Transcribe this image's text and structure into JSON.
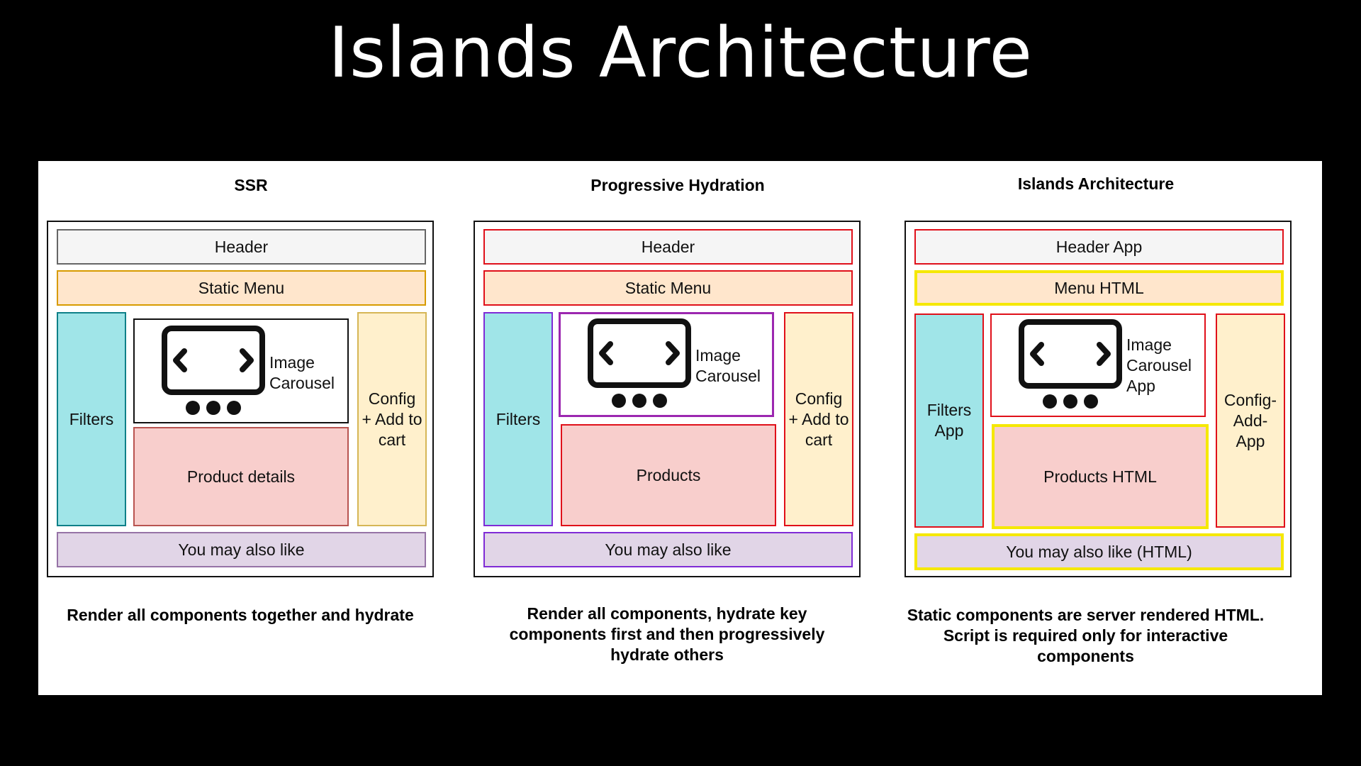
{
  "title": "Islands Architecture",
  "panels": [
    {
      "title": "SSR",
      "header": "Header",
      "menu": "Static Menu",
      "filters": "Filters",
      "carousel": "Image\nCarousel",
      "main": "Product details",
      "config": "Config\n+ Add to\ncart",
      "footer": "You may also like",
      "caption": "Render all components together and hydrate"
    },
    {
      "title": "Progressive Hydration",
      "header": "Header",
      "menu": "Static Menu",
      "filters": "Filters",
      "carousel": "Image\nCarousel",
      "main": "Products",
      "config": "Config\n+ Add to\ncart",
      "footer": "You may also like",
      "caption": "Render all components, hydrate key\ncomponents first and then progressively\nhydrate others"
    },
    {
      "title": "Islands Architecture",
      "header": "Header App",
      "menu": "Menu HTML",
      "filters": "Filters\nApp",
      "carousel": "Image\nCarousel\nApp",
      "main": "Products HTML",
      "config": "Config-\nAdd-\nApp",
      "footer": "You may also like (HTML)",
      "caption": "Static components are server rendered HTML.\nScript is required only for interactive\ncomponents"
    }
  ],
  "colors": {
    "header_fill": "#f5f5f5",
    "menu_fill": "#ffe6cc",
    "filters_fill": "#a0e5e8",
    "carousel_fill": "#ffffff",
    "main_fill": "#f8cecc",
    "config_fill": "#fff0cc",
    "footer_fill": "#e1d5e7",
    "gray_border": "#666666",
    "orange_border": "#d79b00",
    "teal_border": "#0e8088",
    "pink_border": "#b85450",
    "gold_border": "#d6b656",
    "lavender_border": "#9673a6",
    "red_border": "#e0101a",
    "purple_border": "#7f2bd6",
    "violet_border": "#9c27b0",
    "yellow_border": "#f5e800"
  }
}
